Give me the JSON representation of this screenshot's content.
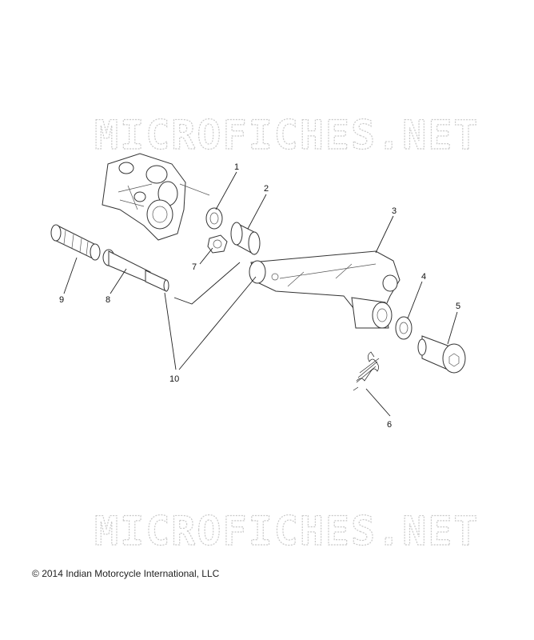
{
  "watermark": {
    "text": "MICROFICHES.NET"
  },
  "copyright": {
    "symbol": "©",
    "text": "2014 Indian Motorcycle International, LLC"
  },
  "callouts": [
    "1",
    "2",
    "3",
    "4",
    "5",
    "6",
    "7",
    "8",
    "9",
    "10"
  ]
}
